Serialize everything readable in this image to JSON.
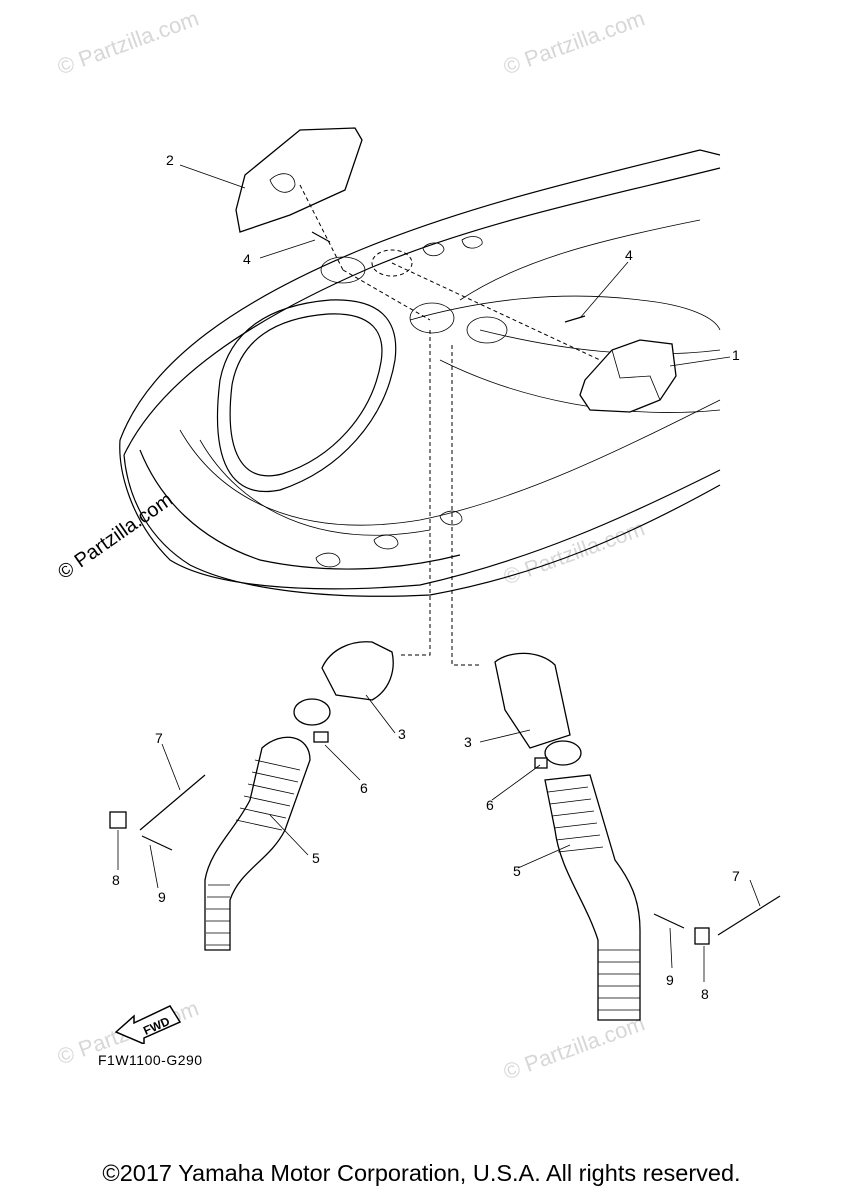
{
  "watermarks": {
    "text": "© Partzilla.com",
    "side_text": "© Partzilla.com"
  },
  "callouts": [
    {
      "id": "1",
      "label": "1"
    },
    {
      "id": "2",
      "label": "2"
    },
    {
      "id": "3a",
      "label": "3"
    },
    {
      "id": "3b",
      "label": "3"
    },
    {
      "id": "4a",
      "label": "4"
    },
    {
      "id": "4b",
      "label": "4"
    },
    {
      "id": "5a",
      "label": "5"
    },
    {
      "id": "5b",
      "label": "5"
    },
    {
      "id": "6a",
      "label": "6"
    },
    {
      "id": "6b",
      "label": "6"
    },
    {
      "id": "7a",
      "label": "7"
    },
    {
      "id": "7b",
      "label": "7"
    },
    {
      "id": "8a",
      "label": "8"
    },
    {
      "id": "8b",
      "label": "8"
    },
    {
      "id": "9a",
      "label": "9"
    },
    {
      "id": "9b",
      "label": "9"
    }
  ],
  "fwd_label": "FWD",
  "drawing_code": "F1W1100-G290",
  "copyright": "©2017 Yamaha Motor Corporation, U.S.A. All rights reserved."
}
